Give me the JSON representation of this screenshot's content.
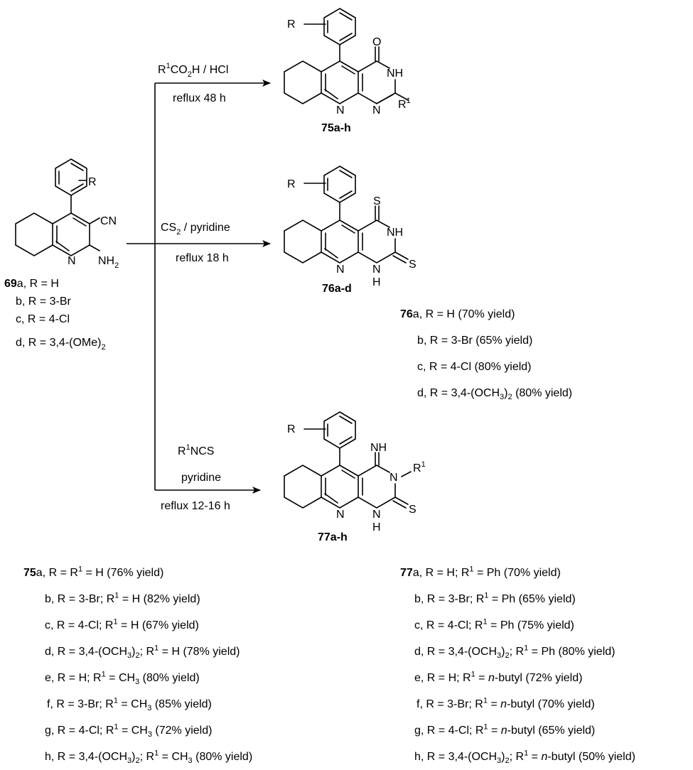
{
  "scheme": {
    "start": {
      "atoms": {
        "R": "R",
        "CN": "CN",
        "NH2_main": "NH",
        "NH2_sub": "2",
        "N": "N"
      },
      "compound": "69",
      "lines": [
        {
          "letter": "a",
          "text": ", R = H"
        },
        {
          "letter": "b",
          "text": ", R = 3-Br"
        },
        {
          "letter": "c",
          "text": ", R = 4-Cl"
        },
        {
          "letter": "d",
          "text": ", R = 3,4-(OMe)",
          "sub": "2"
        }
      ]
    },
    "arrow1": {
      "line1_a": "R",
      "line1_sup": "1",
      "line1_b": "CO",
      "line1_sub": "2",
      "line1_c": "H / HCl",
      "line2": "reflux 48 h"
    },
    "arrow2": {
      "line1_a": "CS",
      "line1_sub": "2",
      "line1_b": " / pyridine",
      "line2": "reflux 18 h"
    },
    "arrow3": {
      "line1_a": "R",
      "line1_sup": "1",
      "line1_b": "NCS",
      "line2": "pyridine",
      "line3": "reflux 12-16 h"
    },
    "p75": {
      "label": "75a-h",
      "atoms": {
        "R": "R",
        "O": "O",
        "NH": "NH",
        "N1": "N",
        "N2": "N",
        "R1": "R",
        "R1sup": "1"
      }
    },
    "p76": {
      "label": "76a-d",
      "atoms": {
        "R": "R",
        "S1": "S",
        "NH": "NH",
        "N": "N",
        "NH2": "N",
        "H": "H",
        "S2": "S"
      }
    },
    "p77": {
      "label": "77a-h",
      "atoms": {
        "R": "R",
        "NH": "NH",
        "N": "N",
        "R1": "R",
        "R1sup": "1",
        "N2": "N",
        "NH2": "N",
        "H": "H",
        "S": "S"
      }
    },
    "results76": {
      "compound": "76",
      "lines": [
        {
          "letter": "a",
          "text": ", R = H (70% yield)"
        },
        {
          "letter": "b",
          "text": ", R = 3-Br (65% yield)"
        },
        {
          "letter": "c",
          "text": ", R = 4-Cl (80% yield)"
        },
        {
          "letter": "d",
          "text_a": ", R = 3,4-(OCH",
          "sub": "3",
          "text_b": ")",
          "sub2": "2",
          "text_c": " (80% yield)"
        }
      ]
    },
    "results75": {
      "compound": "75",
      "lines": [
        {
          "letter": "a",
          "a": ", R = R",
          "sup": "1",
          "b": " = H (76% yield)"
        },
        {
          "letter": "b",
          "a": ", R = 3-Br; R",
          "sup": "1",
          "b": " = H (82% yield)"
        },
        {
          "letter": "c",
          "a": ", R = 4-Cl; R",
          "sup": "1",
          "b": " = H (67% yield)"
        },
        {
          "letter": "d",
          "a": ", R = 3,4-(OCH",
          "s1": "3",
          "m": ")",
          "s2": "2",
          "m2": "; R",
          "sup": "1",
          "b": " = H (78% yield)"
        },
        {
          "letter": "e",
          "a": ", R = H; R",
          "sup": "1",
          "b": " = CH",
          "s3": "3",
          "c": " (80% yield)"
        },
        {
          "letter": "f",
          "a": ", R = 3-Br; R",
          "sup": "1",
          "b": " = CH",
          "s3": "3",
          "c": " (85% yield)"
        },
        {
          "letter": "g",
          "a": ", R = 4-Cl; R",
          "sup": "1",
          "b": " = CH",
          "s3": "3",
          "c": " (72% yield)"
        },
        {
          "letter": "h",
          "a": ", R = 3,4-(OCH",
          "s1": "3",
          "m": ")",
          "s2": "2",
          "m2": "; R",
          "sup": "1",
          "b": " = CH",
          "s3": "3",
          "c": " (80% yield)"
        }
      ]
    },
    "results77": {
      "compound": "77",
      "lines": [
        {
          "letter": "a",
          "a": ", R = H; R",
          "sup": "1",
          "b": " = Ph (70% yield)"
        },
        {
          "letter": "b",
          "a": ", R = 3-Br; R",
          "sup": "1",
          "b": " = Ph (65% yield)"
        },
        {
          "letter": "c",
          "a": ", R = 4-Cl; R",
          "sup": "1",
          "b": " = Ph (75% yield)"
        },
        {
          "letter": "d",
          "a": ", R = 3,4-(OCH",
          "s1": "3",
          "m": ")",
          "s2": "2",
          "m2": "; R",
          "sup": "1",
          "b": " = Ph (80% yield)"
        },
        {
          "letter": "e",
          "a": ", R = H; R",
          "sup": "1",
          "b": " = ",
          "it": "n",
          "c": "-butyl (72% yield)"
        },
        {
          "letter": "f",
          "a": ", R = 3-Br; R",
          "sup": "1",
          "b": " = ",
          "it": "n",
          "c": "-butyl (70% yield)"
        },
        {
          "letter": "g",
          "a": ", R = 4-Cl; R",
          "sup": "1",
          "b": " = ",
          "it": "n",
          "c": "-butyl (65% yield)"
        },
        {
          "letter": "h",
          "a": ", R = 3,4-(OCH",
          "s1": "3",
          "m": ")",
          "s2": "2",
          "m2": "; R",
          "sup": "1",
          "b": " = ",
          "it": "n",
          "c": "-butyl (50% yield)"
        }
      ]
    }
  }
}
